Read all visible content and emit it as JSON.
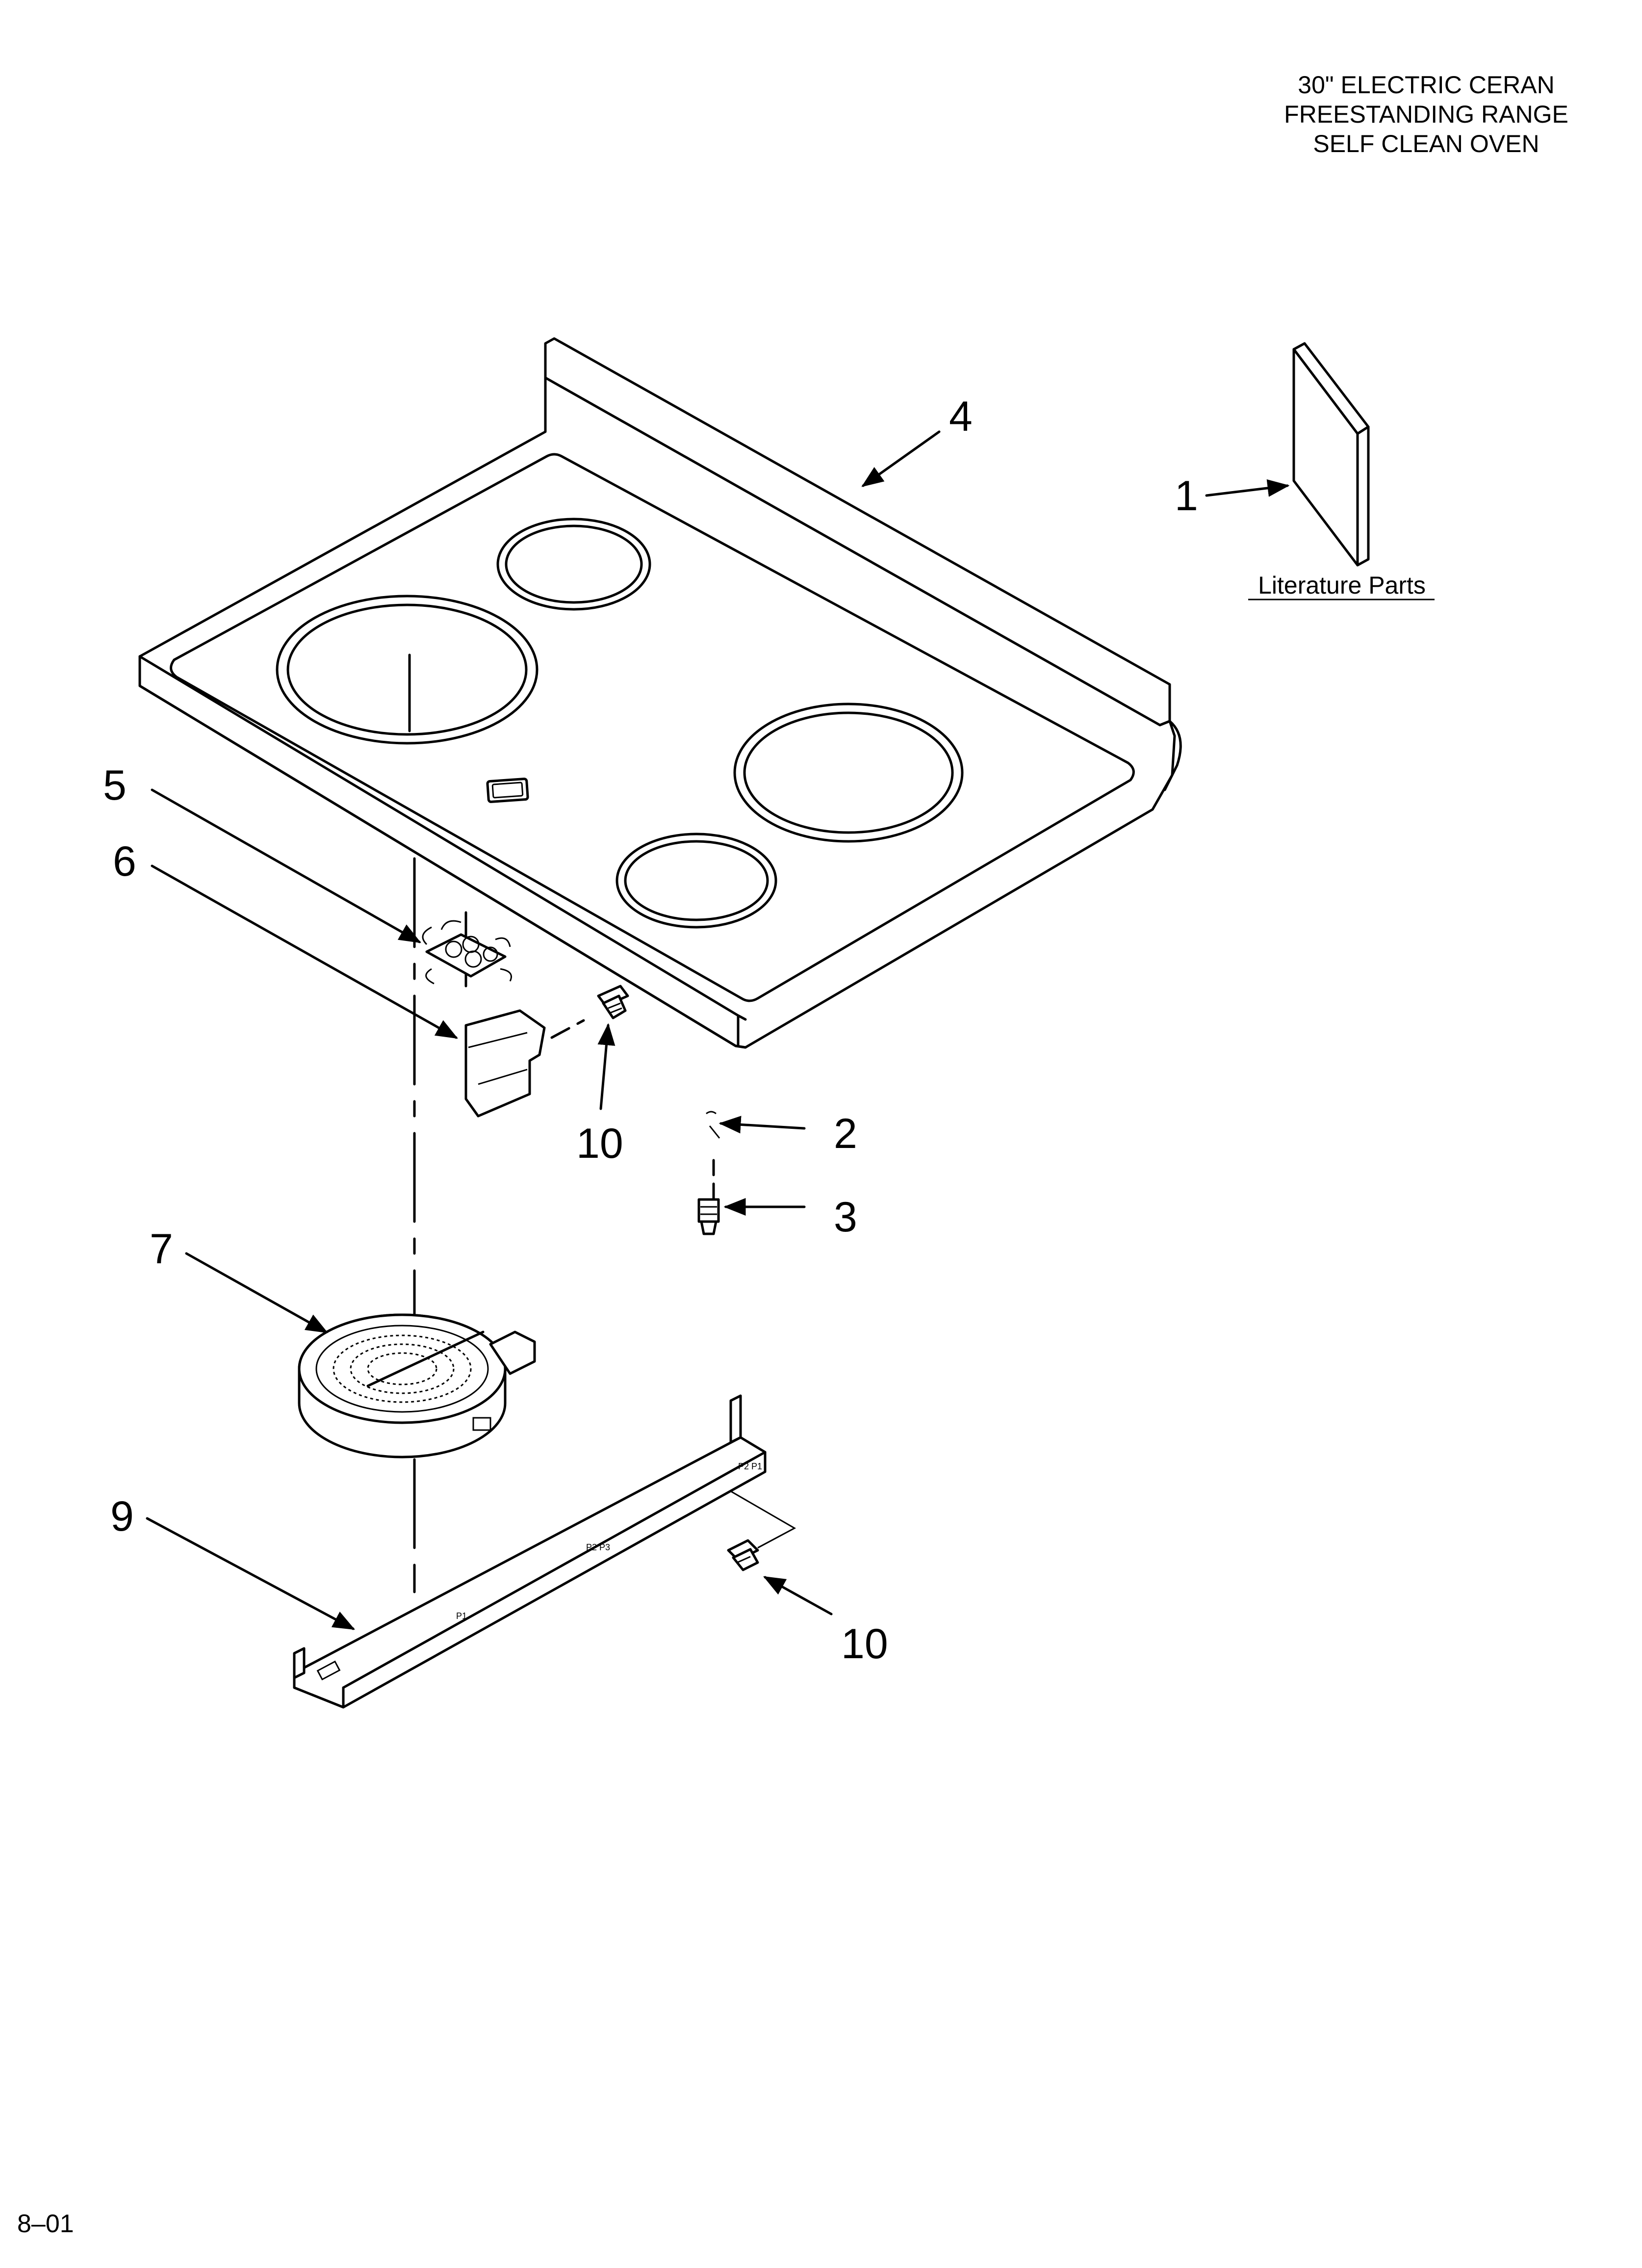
{
  "title": {
    "line1": "30\" ELECTRIC CERAN",
    "line2": "FREESTANDING RANGE",
    "line3": "SELF CLEAN OVEN"
  },
  "literature_label": "Literature Parts",
  "callouts": {
    "c1": "1",
    "c2": "2",
    "c3": "3",
    "c4": "4",
    "c5": "5",
    "c6": "6",
    "c7": "7",
    "c9": "9",
    "c10a": "10",
    "c10b": "10"
  },
  "footer": "8–01"
}
